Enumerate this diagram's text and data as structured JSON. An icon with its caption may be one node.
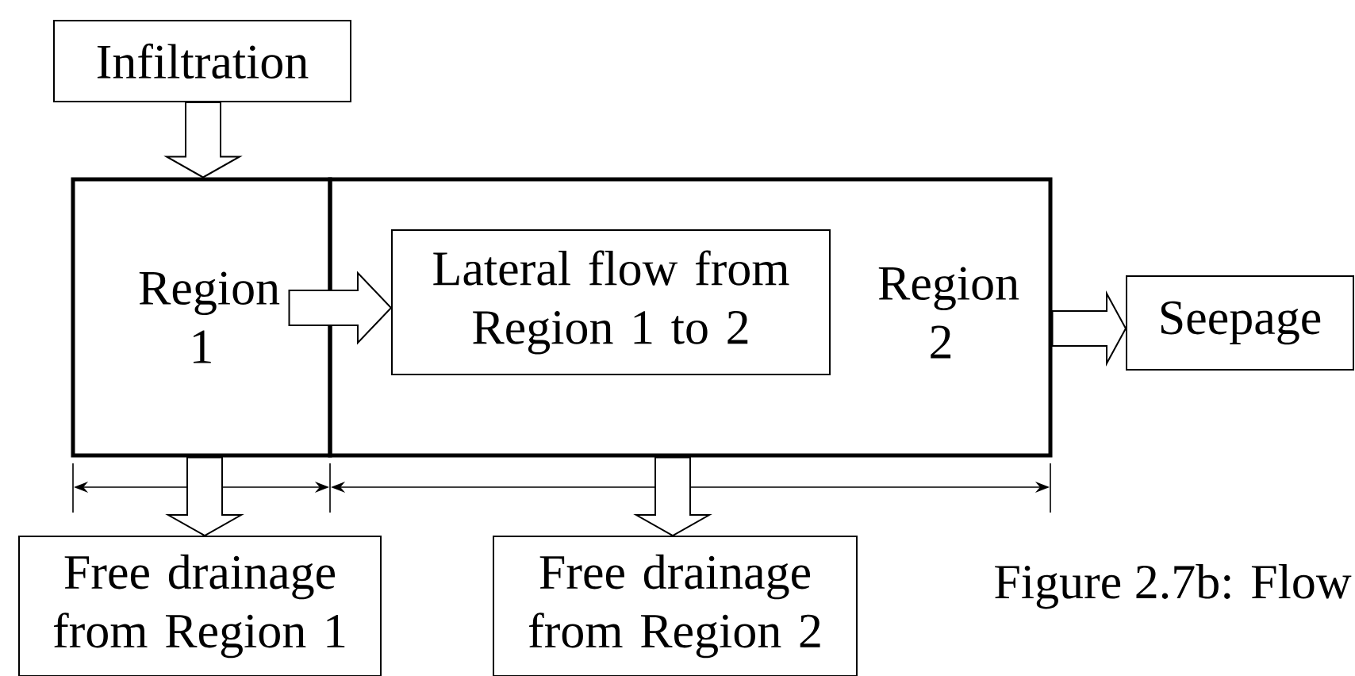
{
  "diagram": {
    "caption": "Figure 2.7b: Flow",
    "nodes": [
      {
        "text": [
          "Infiltration"
        ]
      },
      {
        "text": [
          "Region 1"
        ]
      },
      {
        "text": [
          "Region 2"
        ]
      },
      {
        "text": [
          "Lateral flow from Region 1 to 2"
        ],
        "in": 2
      },
      {
        "text": [
          "Seepage"
        ]
      },
      {
        "text": [
          "Free drainage from Region 1"
        ]
      },
      {
        "text": [
          "Free drainage from Region 2"
        ]
      }
    ],
    "edges": [
      {
        "from": 0,
        "to": 1,
        "arrow": "to"
      },
      {
        "from": 1,
        "to": 3,
        "arrow": "to"
      },
      {
        "from": 2,
        "to": 4,
        "arrow": "to"
      },
      {
        "from": 1,
        "to": 5,
        "arrow": "to"
      },
      {
        "from": 2,
        "to": 6,
        "arrow": "to"
      }
    ]
  }
}
